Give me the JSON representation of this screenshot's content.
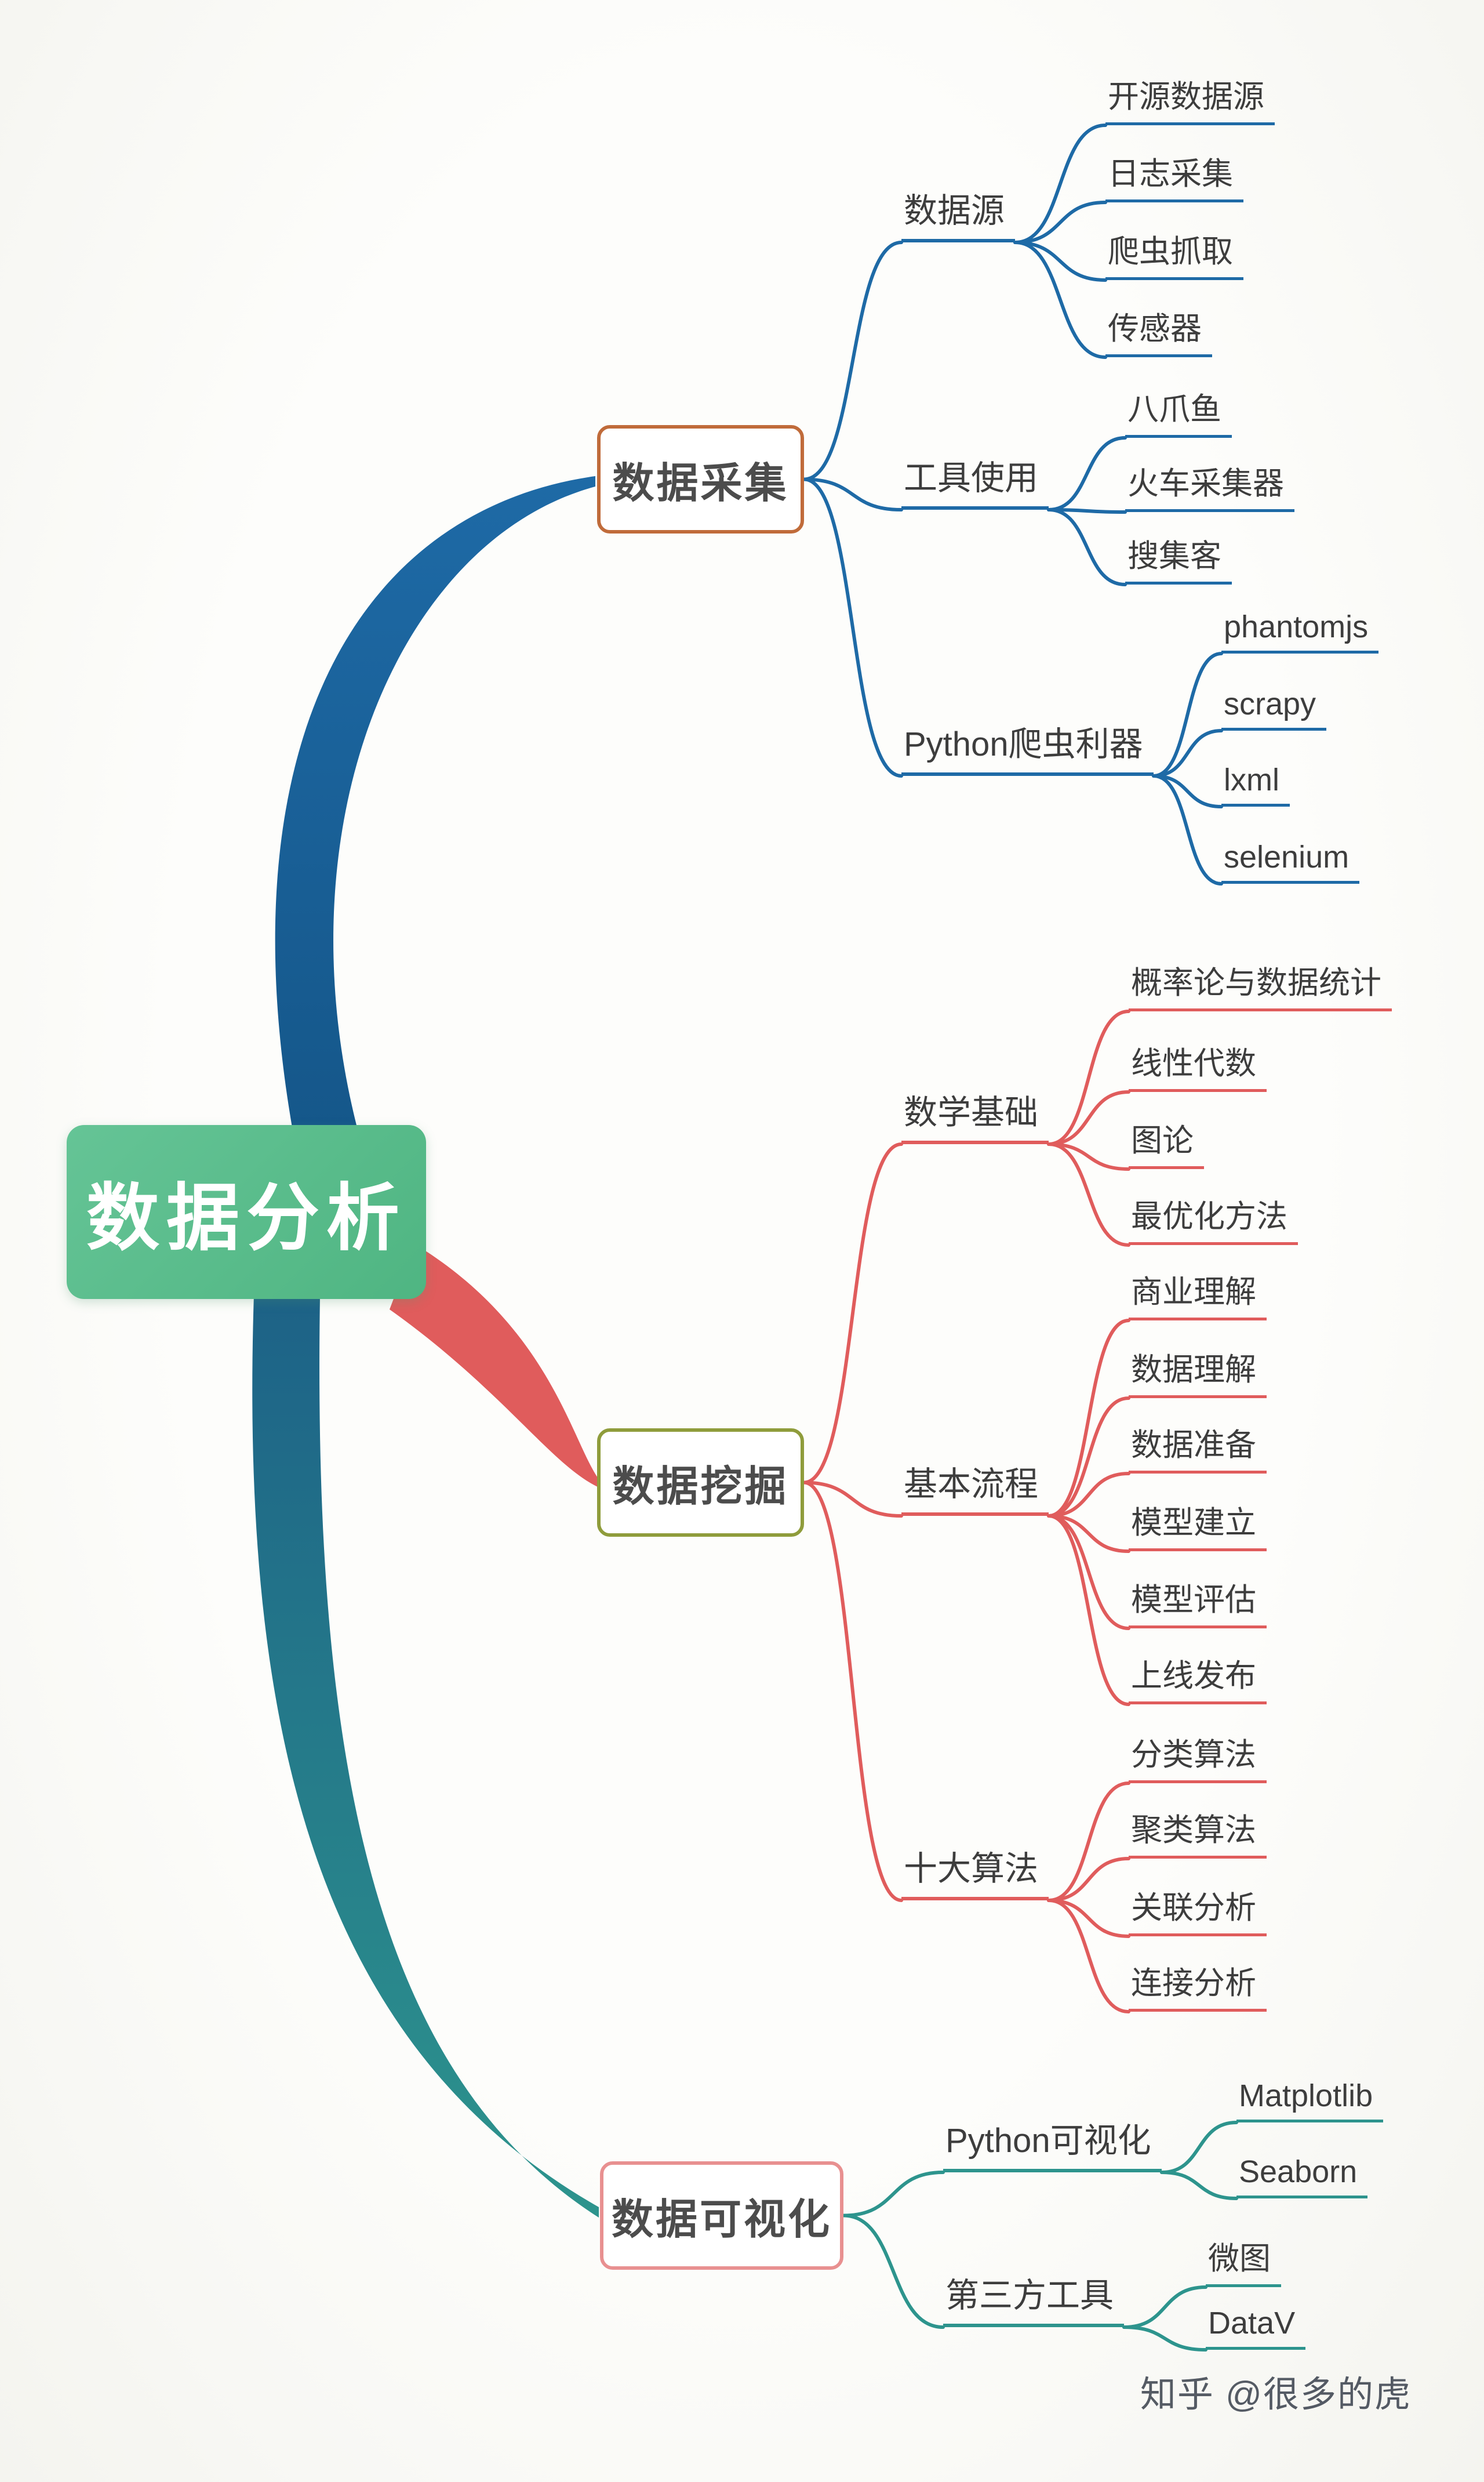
{
  "colors": {
    "background": "#fbfbf8",
    "text_dark": "#3d3d3d",
    "root_fill": "#5abc8b",
    "root_text": "#ffffff",
    "branch1_line": "#1e6aa6",
    "branch1_deep": "#15578a",
    "branch1_box_border": "#c06b3a",
    "branch2_line": "#e05c5c",
    "branch2_box_border": "#8f9c3b",
    "branch3_line": "#2d948d",
    "branch3_deep": "#1d6287",
    "branch3_box_border": "#e89090"
  },
  "root": {
    "label": "数据分析"
  },
  "branches": [
    {
      "label": "数据采集",
      "children": [
        {
          "label": "数据源",
          "children": [
            {
              "label": "开源数据源"
            },
            {
              "label": "日志采集"
            },
            {
              "label": "爬虫抓取"
            },
            {
              "label": "传感器"
            }
          ]
        },
        {
          "label": "工具使用",
          "children": [
            {
              "label": "八爪鱼"
            },
            {
              "label": "火车采集器"
            },
            {
              "label": "搜集客"
            }
          ]
        },
        {
          "label": "Python爬虫利器",
          "children": [
            {
              "label": "phantomjs"
            },
            {
              "label": "scrapy"
            },
            {
              "label": "lxml"
            },
            {
              "label": "selenium"
            }
          ]
        }
      ]
    },
    {
      "label": "数据挖掘",
      "children": [
        {
          "label": "数学基础",
          "children": [
            {
              "label": "概率论与数据统计"
            },
            {
              "label": "线性代数"
            },
            {
              "label": "图论"
            },
            {
              "label": "最优化方法"
            }
          ]
        },
        {
          "label": "基本流程",
          "children": [
            {
              "label": "商业理解"
            },
            {
              "label": "数据理解"
            },
            {
              "label": "数据准备"
            },
            {
              "label": "模型建立"
            },
            {
              "label": "模型评估"
            },
            {
              "label": "上线发布"
            }
          ]
        },
        {
          "label": "十大算法",
          "children": [
            {
              "label": "分类算法"
            },
            {
              "label": "聚类算法"
            },
            {
              "label": "关联分析"
            },
            {
              "label": "连接分析"
            }
          ]
        }
      ]
    },
    {
      "label": "数据可视化",
      "children": [
        {
          "label": "Python可视化",
          "children": [
            {
              "label": "Matplotlib"
            },
            {
              "label": "Seaborn"
            }
          ]
        },
        {
          "label": "第三方工具",
          "children": [
            {
              "label": "微图"
            },
            {
              "label": "DataV"
            }
          ]
        }
      ]
    }
  ],
  "watermark": {
    "text": "知乎 @很多的虎"
  }
}
